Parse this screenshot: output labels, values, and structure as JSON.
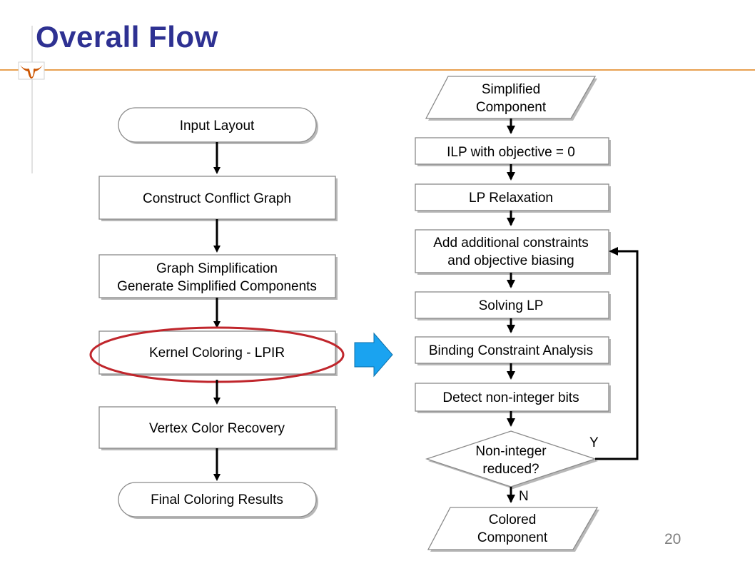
{
  "slide": {
    "title": "Overall Flow",
    "page_number": "20",
    "colors": {
      "title": "#2e3192",
      "rule_orange": "#e8a050",
      "logo_orange": "#cc5500",
      "highlight_ellipse": "#c0262c",
      "transition_arrow": "#1aa3f0"
    }
  },
  "left_flow": {
    "input_layout": "Input Layout",
    "construct_graph": "Construct Conflict Graph",
    "simplification_line1": "Graph Simplification",
    "simplification_line2": "Generate Simplified Components",
    "kernel_coloring": "Kernel Coloring - LPIR",
    "vertex_recovery": "Vertex Color Recovery",
    "final_results": "Final Coloring Results"
  },
  "right_flow": {
    "simplified_line1": "Simplified",
    "simplified_line2": "Component",
    "ilp": "ILP with objective = 0",
    "lp_relaxation": "LP Relaxation",
    "add_constraints_line1": "Add additional constraints",
    "add_constraints_line2": "and objective biasing",
    "solving_lp": "Solving LP",
    "binding_analysis": "Binding Constraint Analysis",
    "detect_bits": "Detect non-integer bits",
    "decision_line1": "Non-integer",
    "decision_line2": "reduced?",
    "yes_label": "Y",
    "no_label": "N",
    "colored_line1": "Colored",
    "colored_line2": "Component"
  }
}
